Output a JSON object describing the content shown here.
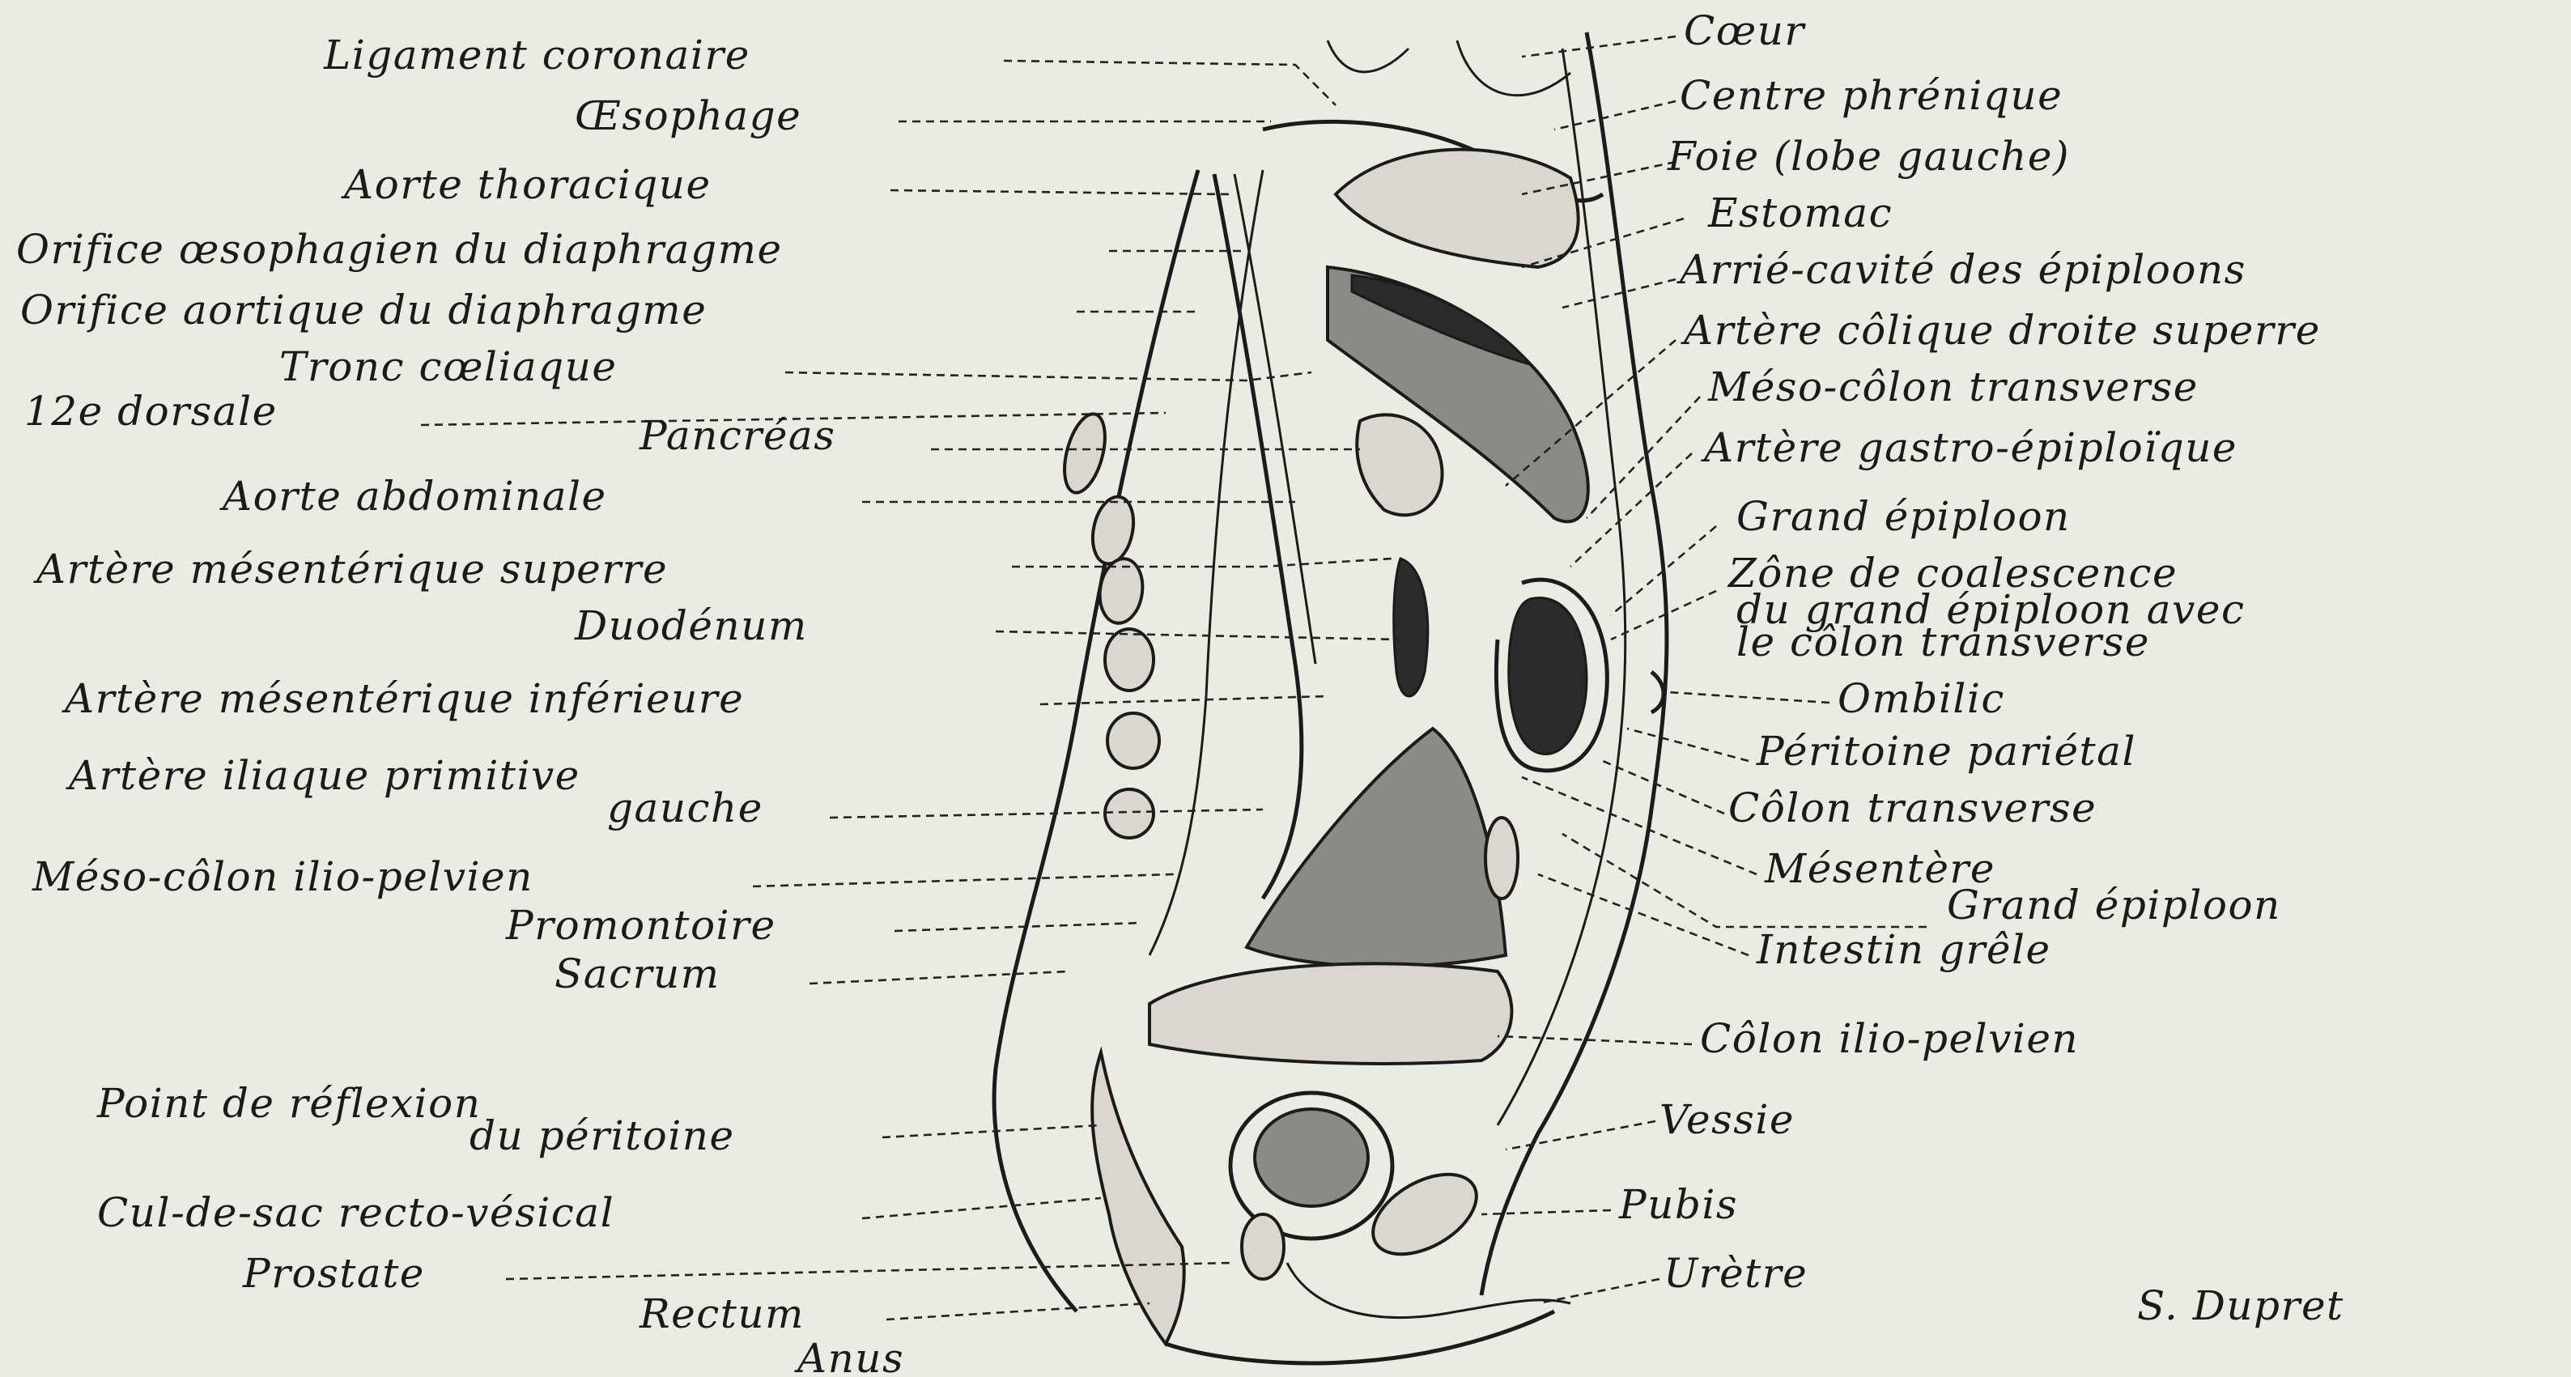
{
  "left_labels": [
    "Ligament coronaire",
    "Œsophage",
    "Aorte thoracique",
    "Orifice œsophagien du diaphragme",
    "Orifice aortique du diaphragme",
    "Tronc cœliaque",
    "12e dorsale",
    "Pancréas",
    "Aorte abdominale",
    "Artère mésentérique superre",
    "Duodénum",
    "Artère mésentérique inférieure",
    "Artère iliaque primitive",
    "gauche",
    "Méso-côlon ilio-pelvien",
    "Promontoire",
    "Sacrum",
    "Point de réflexion",
    "du péritoine",
    "Cul-de-sac recto-vésical",
    "Prostate",
    "Rectum",
    "Anus"
  ],
  "right_labels": [
    "Cœur",
    "Centre phrénique",
    "Foie (lobe gauche)",
    "Estomac",
    "Arrié-cavité des épiploons",
    "Artère côlique droite superre",
    "Méso-côlon transverse",
    "Artère gastro-épiploïque",
    "Grand épiploon",
    "Zône de coalescence",
    "du grand épiploon avec",
    "le côlon transverse",
    "Ombilic",
    "Péritoine pariétal",
    "Côlon transverse",
    "Mésentère",
    "Grand épiploon",
    "Intestin grêle",
    "Côlon ilio-pelvien",
    "Vessie",
    "Pubis",
    "Urètre"
  ],
  "signature": "S. Dupret"
}
